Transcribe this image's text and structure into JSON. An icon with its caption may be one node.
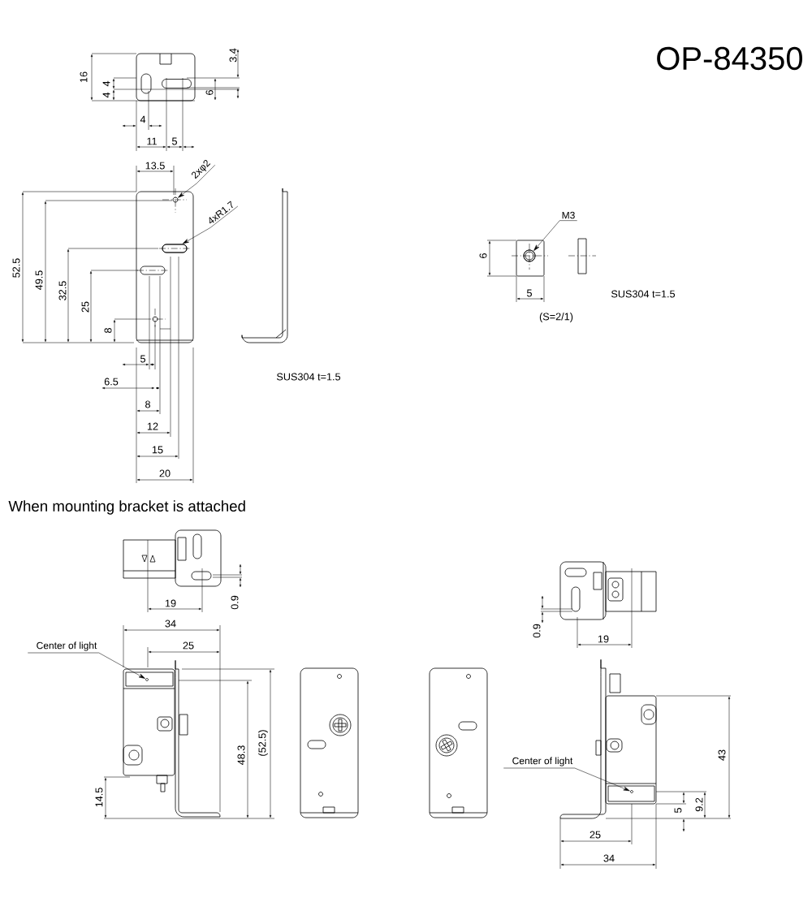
{
  "diagram": {
    "title": "OP-84350",
    "nodes": [
      {
        "text": [
          "2xφ2"
        ]
      },
      {
        "text": [],
        "shape": "circle"
      },
      {
        "text": [
          "4xR1.7"
        ]
      },
      {
        "text": [],
        "shape": "slot"
      },
      {
        "text": [
          "M3"
        ]
      },
      {
        "text": [],
        "shape": "circle"
      },
      {
        "text": [
          "Center of light"
        ]
      },
      {
        "text": [],
        "shape": "circle"
      },
      {
        "text": [
          "Center of light"
        ]
      },
      {
        "text": [],
        "shape": "circle"
      }
    ],
    "edges": [
      {
        "from": 0,
        "to": 1,
        "arrow": "to"
      },
      {
        "from": 2,
        "to": 3,
        "arrow": "to"
      },
      {
        "from": 4,
        "to": 5,
        "arrow": "to"
      },
      {
        "from": 6,
        "to": 7,
        "arrow": "to"
      },
      {
        "from": 8,
        "to": 9,
        "arrow": "to"
      }
    ],
    "labels": [
      "16",
      "4",
      "4",
      "3.4",
      "6",
      "4",
      "11",
      "5",
      "13.5",
      "52.5",
      "49.5",
      "32.5",
      "25",
      "8",
      "5",
      "6.5",
      "8",
      "12",
      "15",
      "20",
      "SUS304 t=1.5",
      "6",
      "5",
      "SUS304 t=1.5",
      "(S=2/1)",
      "When mounting bracket is attached",
      "19",
      "0.9",
      "34",
      "25",
      "48.3",
      "(52.5)",
      "14.5",
      "0.9",
      "19",
      "43",
      "9.2",
      "5",
      "25",
      "34"
    ]
  }
}
